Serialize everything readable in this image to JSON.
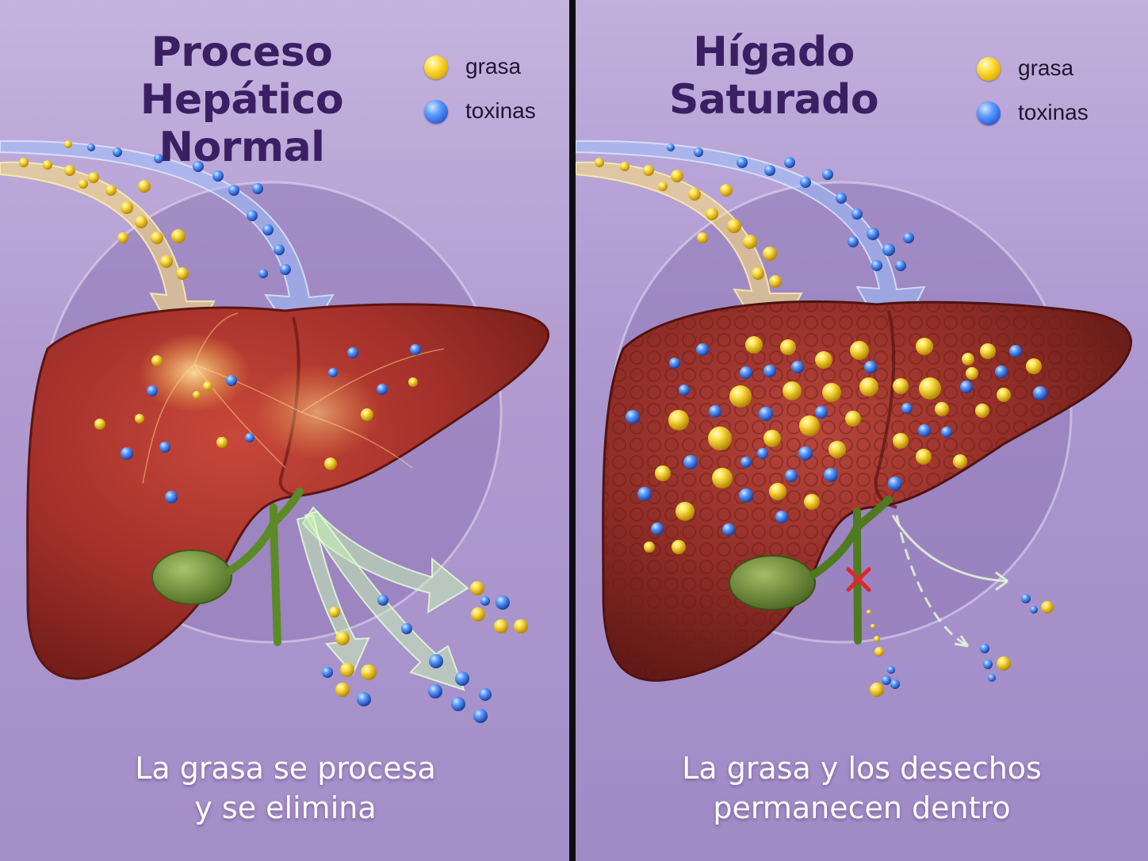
{
  "left": {
    "title_line1": "Proceso",
    "title_line2": "Hepático Normal",
    "legend": {
      "fat": "grasa",
      "toxins": "toxinas"
    },
    "caption_line1": "La grasa se procesa",
    "caption_line2": "y se elimina"
  },
  "right": {
    "title_line1": "Hígado",
    "title_line2": "Saturado",
    "legend": {
      "fat": "grasa",
      "toxins": "toxinas"
    },
    "caption_line1": "La grasa y los desechos",
    "caption_line2": "permanecen dentro"
  },
  "colors": {
    "fat": "#f2c418",
    "toxins": "#3a78e6",
    "liver": "#a8352c",
    "title": "#3b1f63"
  }
}
